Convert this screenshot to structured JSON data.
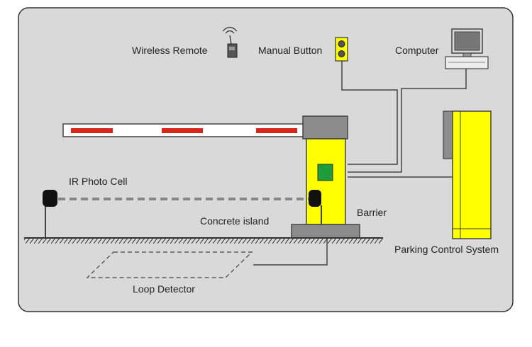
{
  "labels": {
    "wireless_remote": "Wireless Remote",
    "manual_button": "Manual Button",
    "computer": "Computer",
    "ir_photo_cell": "IR Photo Cell",
    "concrete_island": "Concrete island",
    "barrier": "Barrier",
    "parking_control_system": "Parking Control System",
    "loop_detector": "Loop Detector"
  },
  "colors": {
    "panel_background": "#d9d9d9",
    "cabinet_yellow": "#ffff00",
    "arm_stripe_red": "#d9261c",
    "status_light_green": "#1e9e3a",
    "outline": "#444444"
  }
}
